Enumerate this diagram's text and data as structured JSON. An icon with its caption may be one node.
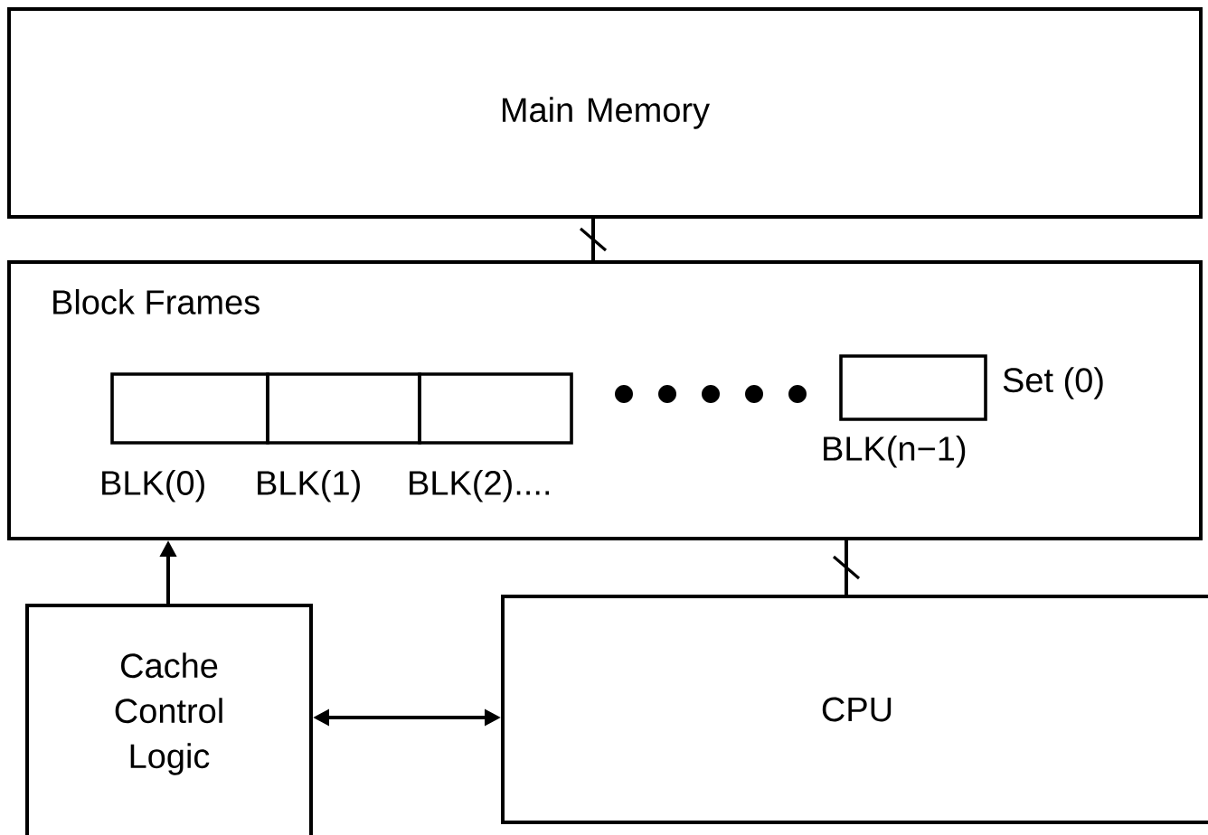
{
  "diagram": {
    "nodes": [
      {
        "text": [
          "Main Memory"
        ]
      },
      {
        "text": [
          "Block Frames"
        ]
      },
      {
        "text": [],
        "shape": "box",
        "in": 1,
        "beside": [
          "BLK(0)"
        ]
      },
      {
        "text": [],
        "shape": "box",
        "in": 1,
        "beside": [
          "BLK(1)"
        ]
      },
      {
        "text": [],
        "shape": "box",
        "in": 1,
        "beside": [
          "BLK(2)...."
        ]
      },
      {
        "text": [],
        "shape": "box",
        "in": 1,
        "beside": [
          "BLK(n−1)"
        ]
      },
      {
        "text": [
          "Cache Control Logic"
        ]
      },
      {
        "text": [
          "CPU"
        ]
      }
    ],
    "edges": [
      {
        "from": 0,
        "to": 1,
        "arrow": "none"
      },
      {
        "from": 1,
        "to": 7,
        "arrow": "none"
      },
      {
        "from": 6,
        "to": 1,
        "arrow": "to"
      },
      {
        "from": 6,
        "to": 7,
        "arrow": "both"
      }
    ],
    "labels": [
      "Set (0)"
    ]
  }
}
